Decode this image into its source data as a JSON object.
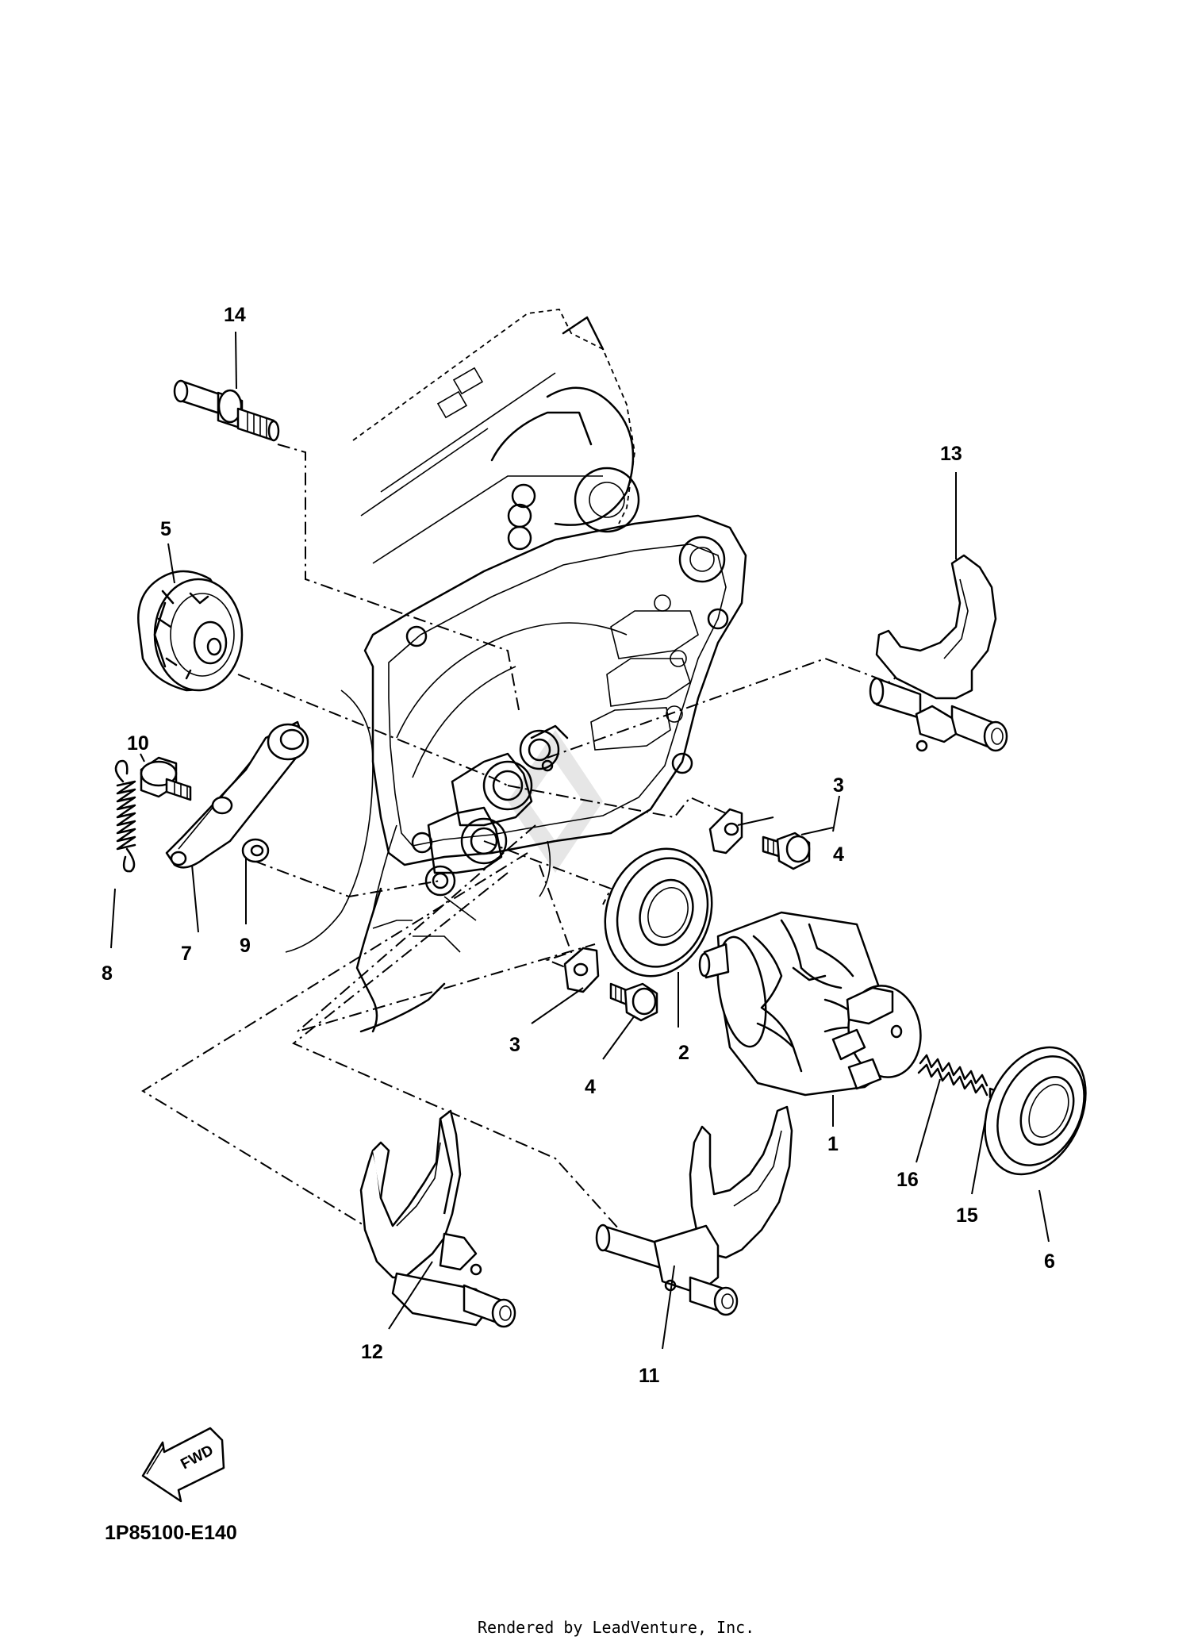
{
  "diagram": {
    "part_numbers": {
      "p1": "1",
      "p2": "2",
      "p3a": "3",
      "p3b": "3",
      "p4a": "4",
      "p4b": "4",
      "p5": "5",
      "p6": "6",
      "p7": "7",
      "p8": "8",
      "p9": "9",
      "p10": "10",
      "p11": "11",
      "p12": "12",
      "p13": "13",
      "p14": "14",
      "p15": "15",
      "p16": "16"
    },
    "fwd_label": "FWD",
    "diagram_code": "1P85100-E140"
  },
  "footer": {
    "text": "Rendered by LeadVenture, Inc."
  }
}
